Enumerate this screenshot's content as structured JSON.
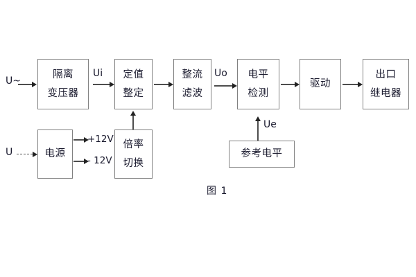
{
  "figure": {
    "caption": "图 1",
    "background_color": "#ffffff",
    "box_border_color": "#808080",
    "text_color": "#1a1a2e",
    "arrow_color": "#4d4d4d"
  },
  "blocks": [
    {
      "id": "isolation-transformer",
      "line1": "隔离",
      "line2": "变压器"
    },
    {
      "id": "setting-value",
      "line1": "定值",
      "line2": "整定"
    },
    {
      "id": "rectifier-filter",
      "line1": "整流",
      "line2": "滤波"
    },
    {
      "id": "level-detection",
      "line1": "电平",
      "line2": "检测"
    },
    {
      "id": "drive",
      "line1": "驱动",
      "line2": ""
    },
    {
      "id": "output-relay",
      "line1": "出口",
      "line2": "继电器"
    },
    {
      "id": "power-supply",
      "line1": "电源",
      "line2": ""
    },
    {
      "id": "multiplier-switch",
      "line1": "倍率",
      "line2": "切换"
    },
    {
      "id": "reference-level",
      "line1": "参考电平",
      "line2": ""
    }
  ],
  "signals": {
    "ac_input": "U~",
    "dc_input": "U",
    "ui": "Ui",
    "uo": "Uo",
    "ue": "Ue",
    "rail_positive": "+12V",
    "rail_negative": "- 12V"
  }
}
